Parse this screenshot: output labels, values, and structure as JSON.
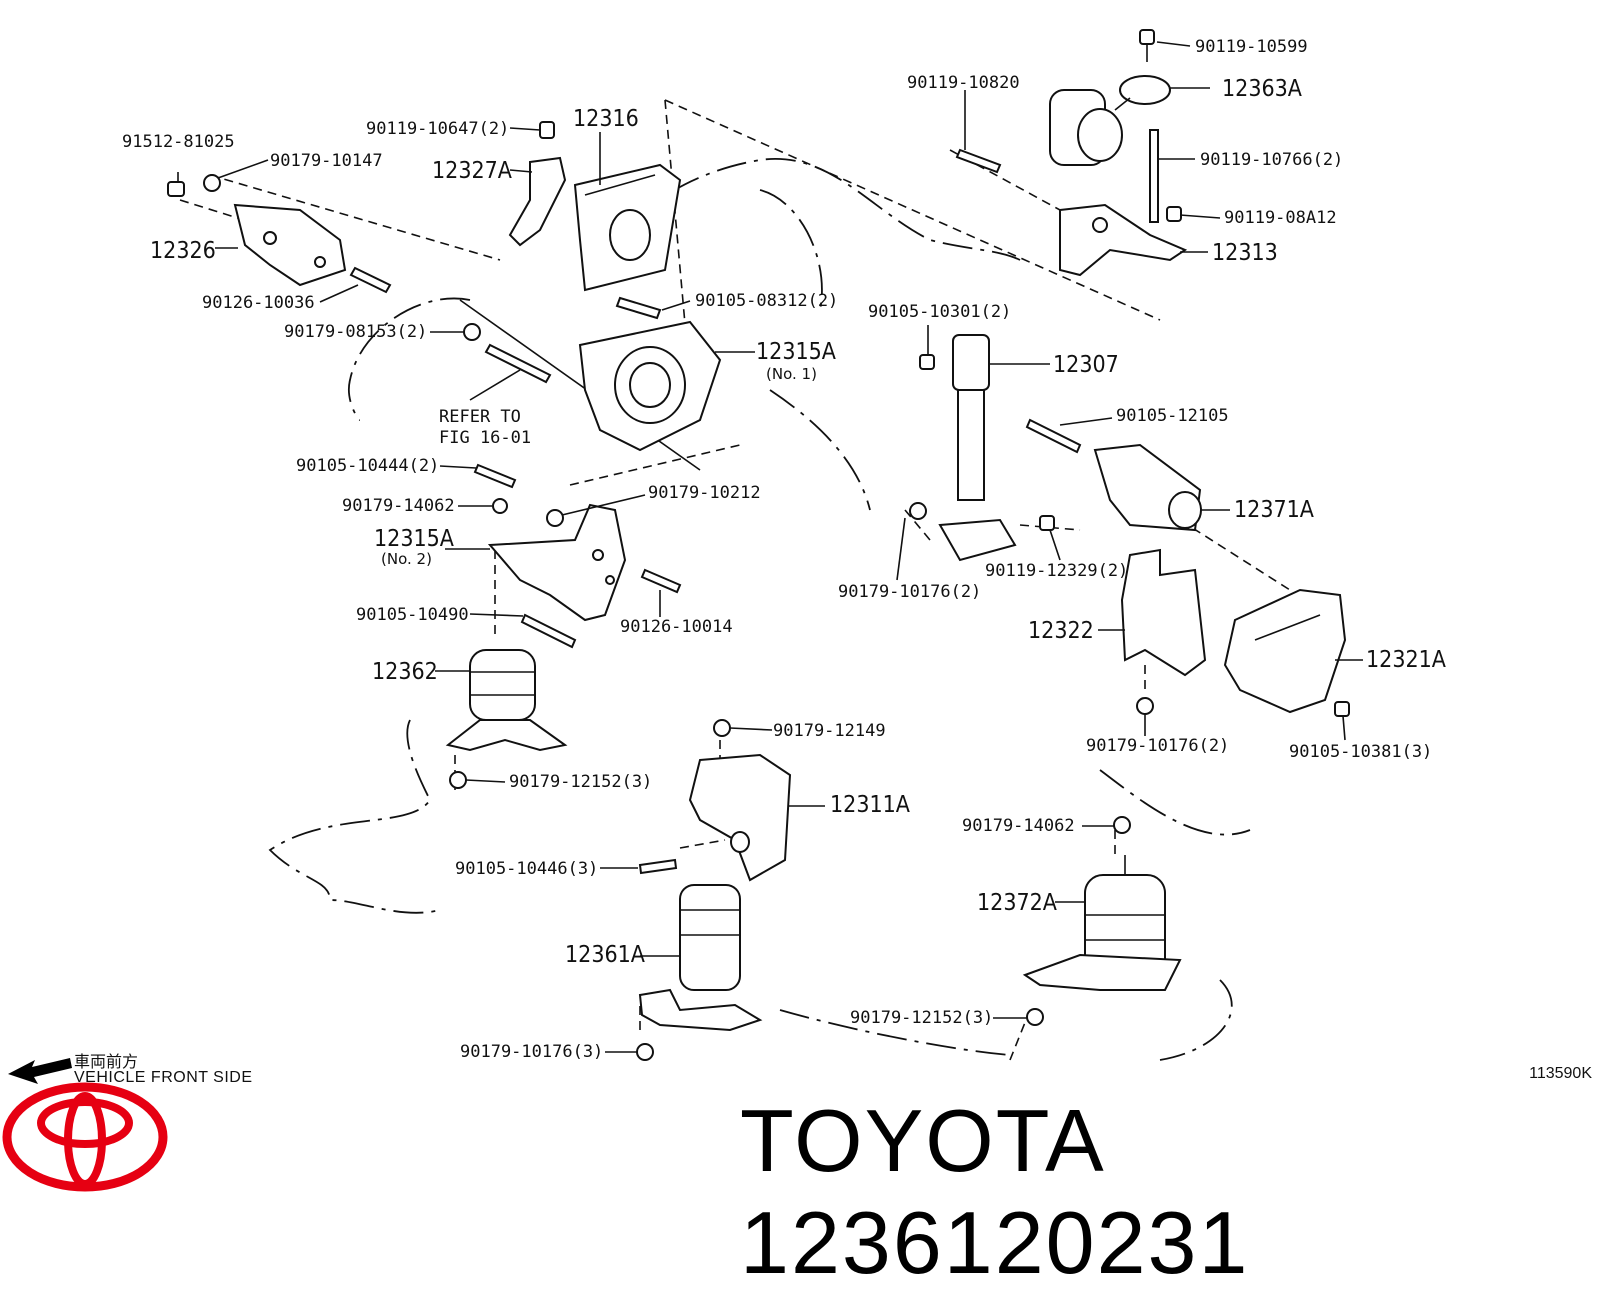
{
  "brand_title": "TOYOTA 1236120231",
  "figure_code": "113590K",
  "vehicle_front": {
    "japanese": "車両前方",
    "english": "VEHICLE FRONT SIDE"
  },
  "labels": {
    "l_91512_81025": "91512-81025",
    "l_90179_10147": "90179-10147",
    "l_12326": "12326",
    "l_90126_10036": "90126-10036",
    "l_90119_10647": "90119-10647(2)",
    "l_12316": "12316",
    "l_12327A": "12327A",
    "l_90179_08153": "90179-08153(2)",
    "l_90105_08312": "90105-08312(2)",
    "l_12315A_1": "12315A",
    "l_12315A_1_sub": "(No. 1)",
    "l_refer_1": "REFER TO",
    "l_refer_2": "FIG 16-01",
    "l_90105_10444": "90105-10444(2)",
    "l_90179_14062_a": "90179-14062",
    "l_90179_10212": "90179-10212",
    "l_12315A_2": "12315A",
    "l_12315A_2_sub": "(No. 2)",
    "l_90105_10490": "90105-10490",
    "l_90126_10014": "90126-10014",
    "l_12362": "12362",
    "l_90179_12152_a": "90179-12152(3)",
    "l_90179_12149": "90179-12149",
    "l_12311A": "12311A",
    "l_90105_10446": "90105-10446(3)",
    "l_12361A": "12361A",
    "l_90179_10176_3": "90179-10176(3)",
    "l_90119_10599": "90119-10599",
    "l_90119_10820": "90119-10820",
    "l_12363A": "12363A",
    "l_90119_10766": "90119-10766(2)",
    "l_90119_08A12": "90119-08A12",
    "l_12313": "12313",
    "l_90105_10301": "90105-10301(2)",
    "l_12307": "12307",
    "l_90105_12105": "90105-12105",
    "l_12371A": "12371A",
    "l_90119_12329": "90119-12329(2)",
    "l_90179_10176_a": "90179-10176(2)",
    "l_12322": "12322",
    "l_12321A": "12321A",
    "l_90179_10176_b": "90179-10176(2)",
    "l_90105_10381": "90105-10381(3)",
    "l_90179_14062_b": "90179-14062",
    "l_12372A": "12372A",
    "l_90179_12152_b": "90179-12152(3)"
  },
  "colors": {
    "logo_red": "#e60012",
    "ink": "#111111"
  },
  "icons": {
    "logo": "toyota-logo",
    "arrow": "vehicle-front-arrow"
  }
}
